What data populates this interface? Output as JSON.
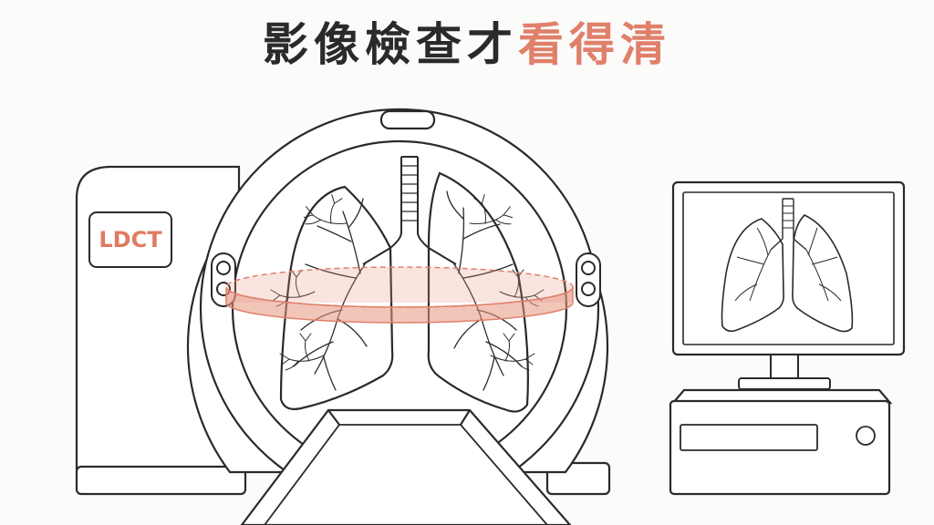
{
  "title": {
    "main": "影像檢查才",
    "highlight": "看得清"
  },
  "scanner": {
    "label": "LDCT"
  },
  "colors": {
    "accent": "#e0806a",
    "scan_band": "#e8957f",
    "outline": "#2a2a2a",
    "background": "#fbfbfa"
  },
  "icons": [
    "ct-scanner",
    "lungs",
    "monitor",
    "computer"
  ]
}
